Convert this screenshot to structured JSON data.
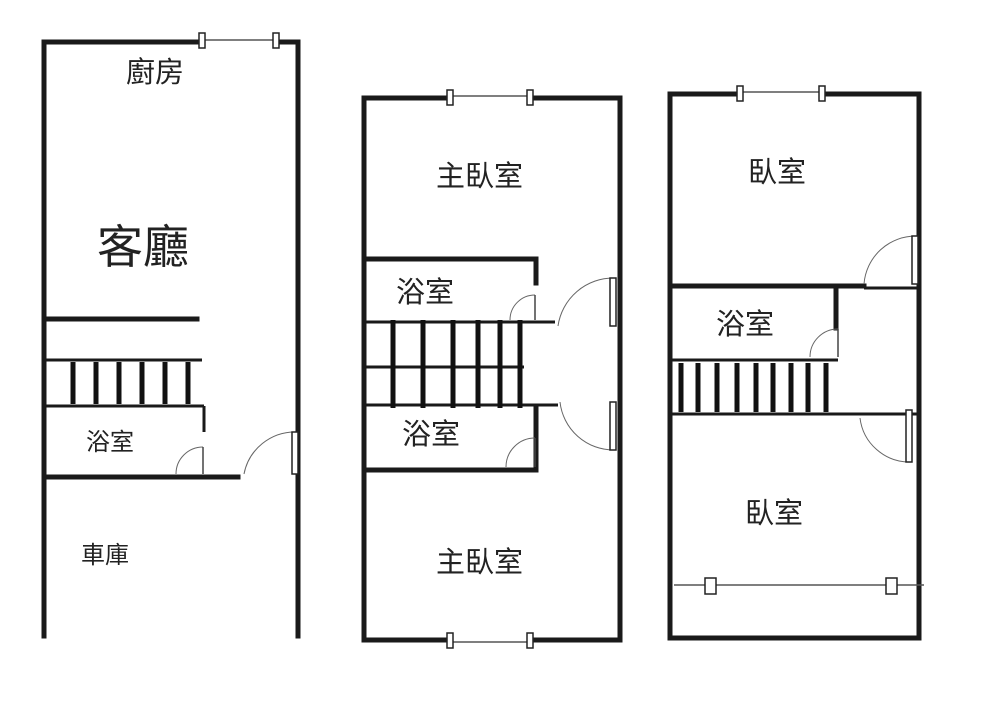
{
  "floors": [
    {
      "rooms": [
        "廚房",
        "客廳",
        "浴室",
        "車庫"
      ]
    },
    {
      "rooms": [
        "主臥室",
        "浴室",
        "浴室",
        "主臥室"
      ]
    },
    {
      "rooms": [
        "臥室",
        "浴室",
        "臥室"
      ]
    }
  ],
  "colors": {
    "wall": "#1a1a1a",
    "background": "#ffffff"
  }
}
